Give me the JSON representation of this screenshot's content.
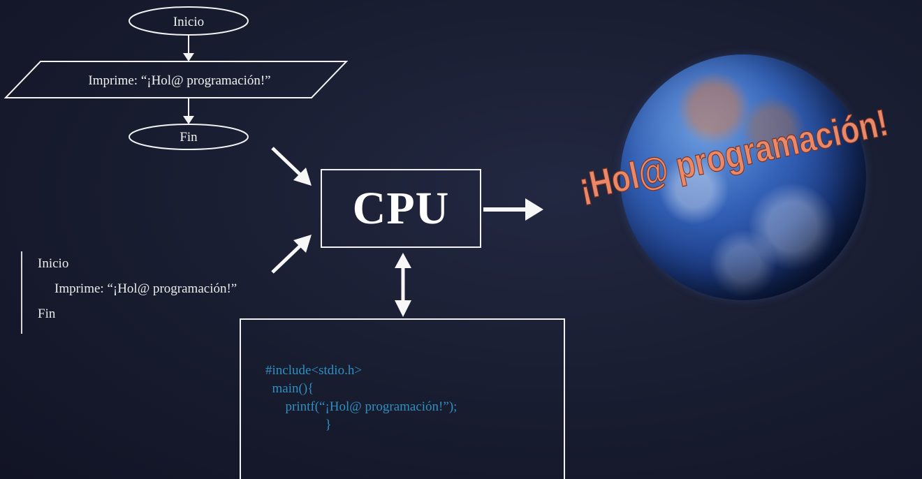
{
  "flowchart": {
    "start": "Inicio",
    "print": "Imprime: “¡Hol@ programación!”",
    "end": "Fin"
  },
  "pseudocode": {
    "start": "Inicio",
    "print": "Imprime: “¡Hol@ programación!”",
    "end": "Fin"
  },
  "cpu_label": "CPU",
  "code": {
    "line1": "#include<stdio.h>",
    "line2": "  main(){",
    "line3": "      printf(“¡Hol@ programación!”);",
    "line4": "                  }"
  },
  "headline": "¡Hol@ programación!",
  "colors": {
    "background": "#181c2f",
    "code_text": "#2f8fc0",
    "headline": "#e9896a"
  }
}
